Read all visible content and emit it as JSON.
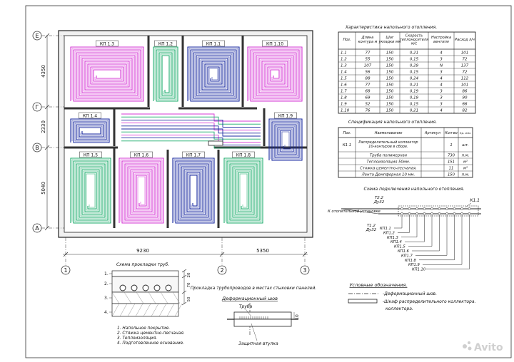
{
  "plan": {
    "axes_rows": [
      "Е",
      "Г",
      "В",
      "А"
    ],
    "axes_cols": [
      "1",
      "2",
      "3"
    ],
    "dim_left": [
      "4350",
      "2330",
      "5040"
    ],
    "dim_bottom": [
      "9230",
      "5350"
    ],
    "loops": [
      {
        "id": "КП 1.3",
        "color": "#d53ad5"
      },
      {
        "id": "КП 1.2",
        "color": "#1fae6e"
      },
      {
        "id": "КП 1.1",
        "color": "#1a2aa0"
      },
      {
        "id": "КП 1.10",
        "color": "#d53ad5"
      },
      {
        "id": "КП 1.4",
        "color": "#1a2aa0"
      },
      {
        "id": "КП 1.9",
        "color": "#1a2aa0"
      },
      {
        "id": "КП 1.5",
        "color": "#1fae6e"
      },
      {
        "id": "КП 1.6",
        "color": "#d53ad5"
      },
      {
        "id": "КП 1.7",
        "color": "#1a2aa0"
      },
      {
        "id": "КП 1.8",
        "color": "#1fae6e"
      }
    ]
  },
  "char_table": {
    "title": "Характеристика напольного отопления.",
    "headers": [
      "Поз.",
      "Длина контура м",
      "Шаг укладки мм",
      "Скорость теплоносителя м/с",
      "Настройка вентиля",
      "Расход л/ч"
    ],
    "rows": [
      [
        "1.1",
        "77",
        "150",
        "0,21",
        "4",
        "101"
      ],
      [
        "1.2",
        "55",
        "150",
        "0,15",
        "3",
        "72"
      ],
      [
        "1.3",
        "107",
        "150",
        "0,29",
        "N",
        "137"
      ],
      [
        "1.4",
        "56",
        "150",
        "0,15",
        "3",
        "72"
      ],
      [
        "1.5",
        "88",
        "150",
        "0,24",
        "4",
        "112"
      ],
      [
        "1.6",
        "77",
        "150",
        "0,21",
        "4",
        "101"
      ],
      [
        "1.7",
        "68",
        "150",
        "0,19",
        "3",
        "86"
      ],
      [
        "1.8",
        "69",
        "150",
        "0,19",
        "3",
        "90"
      ],
      [
        "1.9",
        "52",
        "150",
        "0,15",
        "3",
        "66"
      ],
      [
        "1.10",
        "76",
        "150",
        "0,21",
        "4",
        "82"
      ]
    ]
  },
  "spec_table": {
    "title": "Спецификация напольного отопления.",
    "headers": [
      "Поз.",
      "Наименование",
      "Артикул",
      "Кол-во",
      "Ед. изм."
    ],
    "rows": [
      [
        "К1.1",
        "Распределительный коллектор 10-контуров в сборе.",
        "",
        "1",
        "шт."
      ],
      [
        "",
        "Труба полимерная",
        "",
        "730",
        "п.м."
      ],
      [
        "",
        "Теплоизоляция 50мм.",
        "",
        "151",
        "м²"
      ],
      [
        "",
        "Стяжка цементно-песчаная.",
        "",
        "11",
        "м³"
      ],
      [
        "",
        "Лента Демпферная 10 мм.",
        "",
        "150",
        "п.м."
      ]
    ]
  },
  "collector": {
    "title": "Схема подключения напольного отопления.",
    "k_label": "К1.1",
    "source": "К отопительной установке",
    "pipe_top": "Т2.2",
    "pipe_top_dn": "Ду32",
    "pipe_bottom": "Т1.2",
    "pipe_bottom_dn": "Ду32",
    "outputs": [
      "КП1.1",
      "КП1.2",
      "КП1.3",
      "КП1.4",
      "КП1.5",
      "КП1.6",
      "КП1.7",
      "КП1.8",
      "КП1.9",
      "КП1.10"
    ]
  },
  "layers": {
    "title": "Схема прокладки труб.",
    "numbers": [
      "1.",
      "2.",
      "3.",
      "4."
    ],
    "dims": [
      "50",
      "70",
      "20"
    ],
    "legend": [
      "1. Напольное покрытие.",
      "2. Стяжка цементно-песчаная.",
      "3. Теплоизоляция.",
      "4. Подготовленное основание."
    ]
  },
  "joint": {
    "title": "Прокладка трубопроводов в местах стыковки панелей.",
    "subtitle": "Деформационный шов",
    "pipe": "Труба",
    "sleeve": "Защитная втулка",
    "dim": "10"
  },
  "legend": {
    "title": "Условные обозначения.",
    "items": [
      "-Деформационный шов.",
      "-Шкаф распределительного коллектора."
    ]
  },
  "watermark": "Avito"
}
